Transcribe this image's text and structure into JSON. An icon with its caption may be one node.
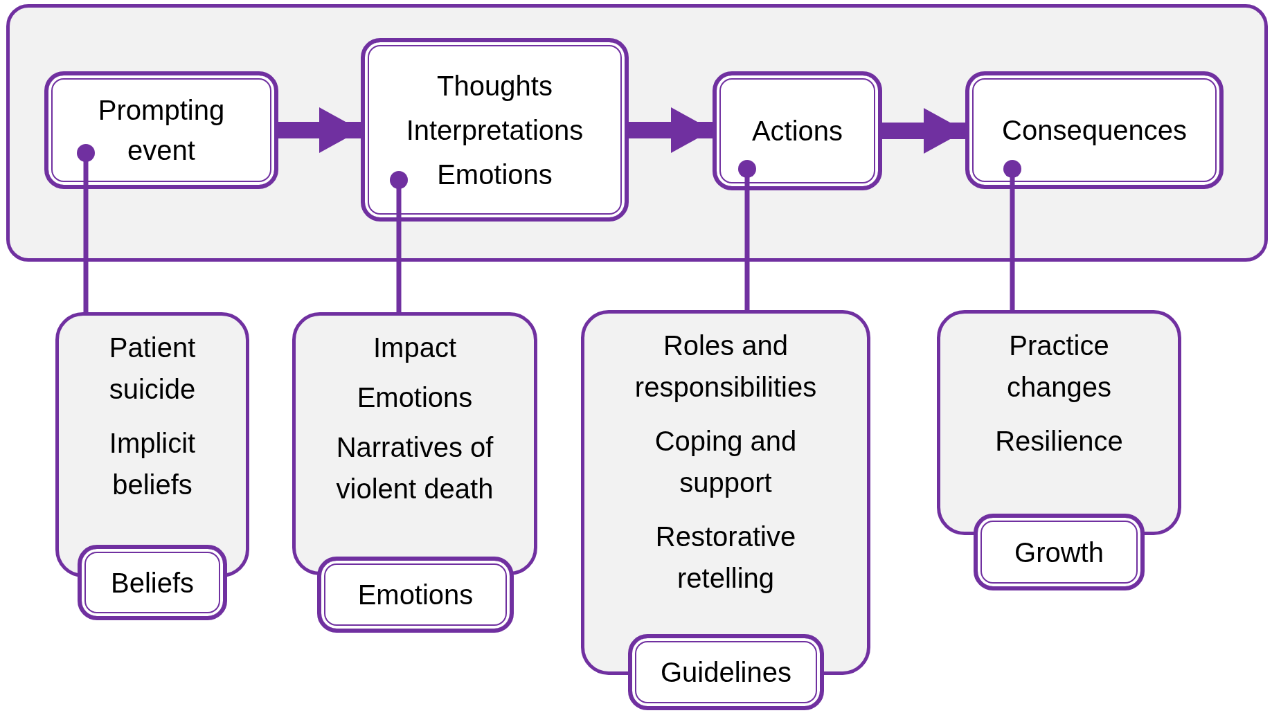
{
  "diagram": {
    "nodes": [
      {
        "text": [],
        "shape": "box"
      },
      {
        "text": [
          "Prompting event"
        ],
        "in": 0
      },
      {
        "text": [
          "Thoughts",
          "Interpretations",
          "Emotions"
        ],
        "in": 0
      },
      {
        "text": [
          "Actions"
        ],
        "in": 0
      },
      {
        "text": [
          "Consequences"
        ],
        "in": 0
      },
      {
        "text": [
          "Patient suicide",
          "Implicit beliefs"
        ]
      },
      {
        "text": [
          "Beliefs"
        ]
      },
      {
        "text": [
          "Impact",
          "Emotions",
          "Narratives of violent death"
        ]
      },
      {
        "text": [
          "Emotions"
        ]
      },
      {
        "text": [
          "Roles and responsibilities",
          "Coping and support",
          "Restorative retelling"
        ]
      },
      {
        "text": [
          "Guidelines"
        ]
      },
      {
        "text": [
          "Practice changes",
          "Resilience"
        ]
      },
      {
        "text": [
          "Growth"
        ]
      }
    ],
    "edges": [
      {
        "from": 1,
        "to": 2,
        "arrow": "to",
        "style": "thick"
      },
      {
        "from": 2,
        "to": 3,
        "arrow": "to",
        "style": "thick"
      },
      {
        "from": 3,
        "to": 4,
        "arrow": "to",
        "style": "thick"
      },
      {
        "from": 1,
        "to": 5,
        "arrow": "other"
      },
      {
        "from": 2,
        "to": 7,
        "arrow": "other"
      },
      {
        "from": 3,
        "to": 9,
        "arrow": "other"
      },
      {
        "from": 4,
        "to": 11,
        "arrow": "other"
      }
    ]
  }
}
